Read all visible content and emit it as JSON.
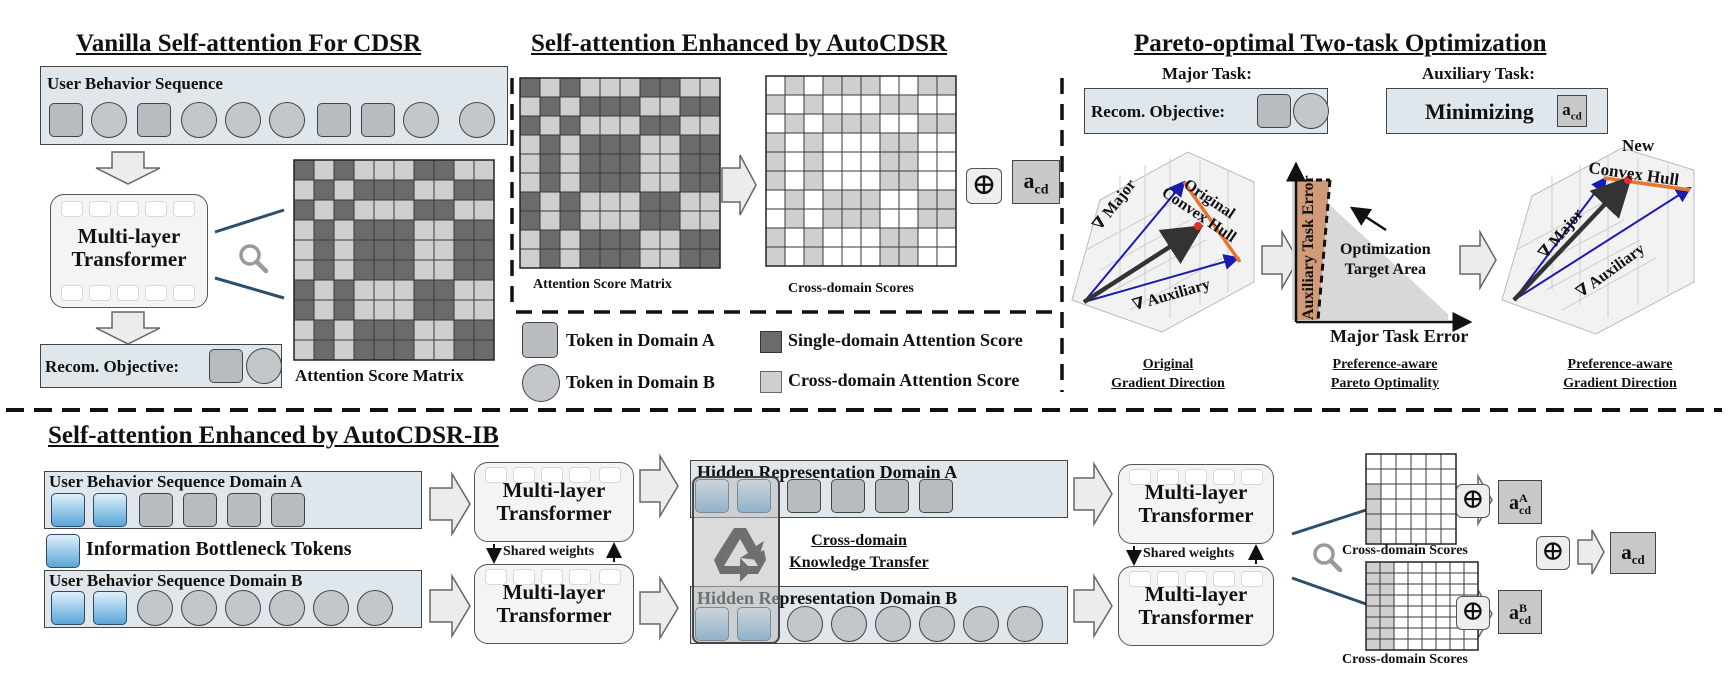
{
  "vanilla": {
    "title": "Vanilla Self-attention For CDSR",
    "seq_label": "User Behavior Sequence",
    "transformer_line1": "Multi-layer",
    "transformer_line2": "Transformer",
    "recom_label": "Recom. Objective:",
    "matrix_label": "Attention Score Matrix"
  },
  "enhanced": {
    "title": "Self-attention Enhanced by AutoCDSR",
    "matrix_label": "Attention Score Matrix",
    "cross_label": "Cross-domain Scores",
    "oplus": "⊕",
    "acd_main": "a",
    "acd_sub": "cd"
  },
  "legend": {
    "token_a": "Token in Domain A",
    "token_b": "Token in Domain B",
    "single": "Single-domain Attention Score",
    "cross": "Cross-domain Attention Score"
  },
  "pareto": {
    "title": "Pareto-optimal Two-task Optimization",
    "major_task": "Major Task:",
    "aux_task": "Auxiliary Task:",
    "recom_label": "Recom. Objective:",
    "minimizing": "Minimizing",
    "plot1_major": "∇ Major",
    "plot1_aux": "∇ Auxiliary",
    "plot1_hull1": "Original",
    "plot1_hull2": "Convex Hull",
    "plot1_caption1": "Original",
    "plot1_caption2": "Gradient Direction",
    "plot2_ylabel": "Auxiliary Task Error",
    "plot2_xlabel": "Major Task Error",
    "plot2_target1": "Optimization",
    "plot2_target2": "Target Area",
    "plot2_caption1": "Preference-aware",
    "plot2_caption2": "Pareto Optimality",
    "plot3_new": "New",
    "plot3_hull": "Convex Hull",
    "plot3_major": "∇ Major",
    "plot3_aux": "∇ Auxiliary",
    "plot3_caption1": "Preference-aware",
    "plot3_caption2": "Gradient Direction"
  },
  "ib": {
    "title": "Self-attention Enhanced by AutoCDSR-IB",
    "seq_a": "User Behavior Sequence Domain A",
    "seq_b": "User Behavior Sequence Domain B",
    "ib_tokens": "Information Bottleneck Tokens",
    "transformer_line1": "Multi-layer",
    "transformer_line2": "Transformer",
    "shared": "Shared weights",
    "hidden_a": "Hidden Representation Domain A",
    "hidden_b": "Hidden Representation Domain B",
    "transfer1": "Cross-domain",
    "transfer2": "Knowledge Transfer",
    "cross_scores": "Cross-domain Scores",
    "oplus": "⊕",
    "acd_a_sup": "A",
    "acd_b_sup": "B",
    "acd_main": "a",
    "acd_sub": "cd"
  }
}
